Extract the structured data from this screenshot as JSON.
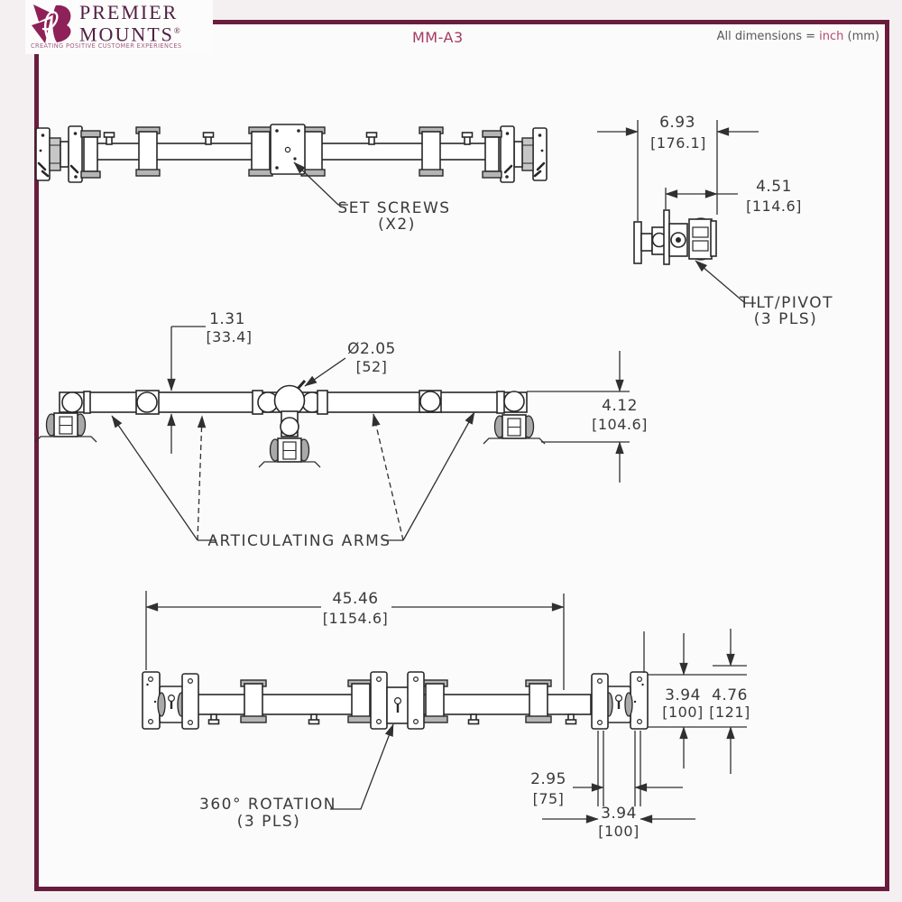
{
  "header": {
    "logo": {
      "brand_top": "PREMIER",
      "brand_bottom": "MOUNTS",
      "registered_mark": "®",
      "tagline": "CREATING POSITIVE CUSTOMER EXPERIENCES"
    },
    "model_number": "MM-A3",
    "units_note_prefix": "All dimensions = ",
    "units_note_unit": "inch",
    "units_note_suffix": " (mm)"
  },
  "colors": {
    "frame_maroon": "#6a1c3e",
    "logo_maroon": "#8e2157",
    "model_pink": "#a43a62",
    "unit_pink": "#b24a72",
    "line": "#303030",
    "text": "#3a3a3a"
  },
  "front_view": {
    "set_screws_line1": "SET SCREWS",
    "set_screws_line2": "(X2)"
  },
  "side_view": {
    "width_dim_in": "6.93",
    "width_dim_mm": "[176.1]",
    "depth_dim_in": "4.51",
    "depth_dim_mm": "[114.6]",
    "tilt_label_line1": "TILT/PIVOT",
    "tilt_label_line2": "(3 PLS)"
  },
  "top_view": {
    "bar_dim_in": "1.31",
    "bar_dim_mm": "[33.4]",
    "hub_dia_in": "Ø2.05",
    "hub_dia_mm": "[52]",
    "height_dim_in": "4.12",
    "height_dim_mm": "[104.6]",
    "arms_label": "ARTICULATING ARMS"
  },
  "bottom_view": {
    "overall_width_in": "45.46",
    "overall_width_mm": "[1154.6]",
    "vesa_height_in": "3.94",
    "vesa_height_mm": "[100]",
    "plate_height_in": "4.76",
    "plate_height_mm": "[121]",
    "vesa_width_small_in": "2.95",
    "vesa_width_small_mm": "[75]",
    "vesa_width_in": "3.94",
    "vesa_width_mm": "[100]",
    "rotation_label_line1": "360° ROTATION",
    "rotation_label_line2": "(3 PLS)"
  }
}
